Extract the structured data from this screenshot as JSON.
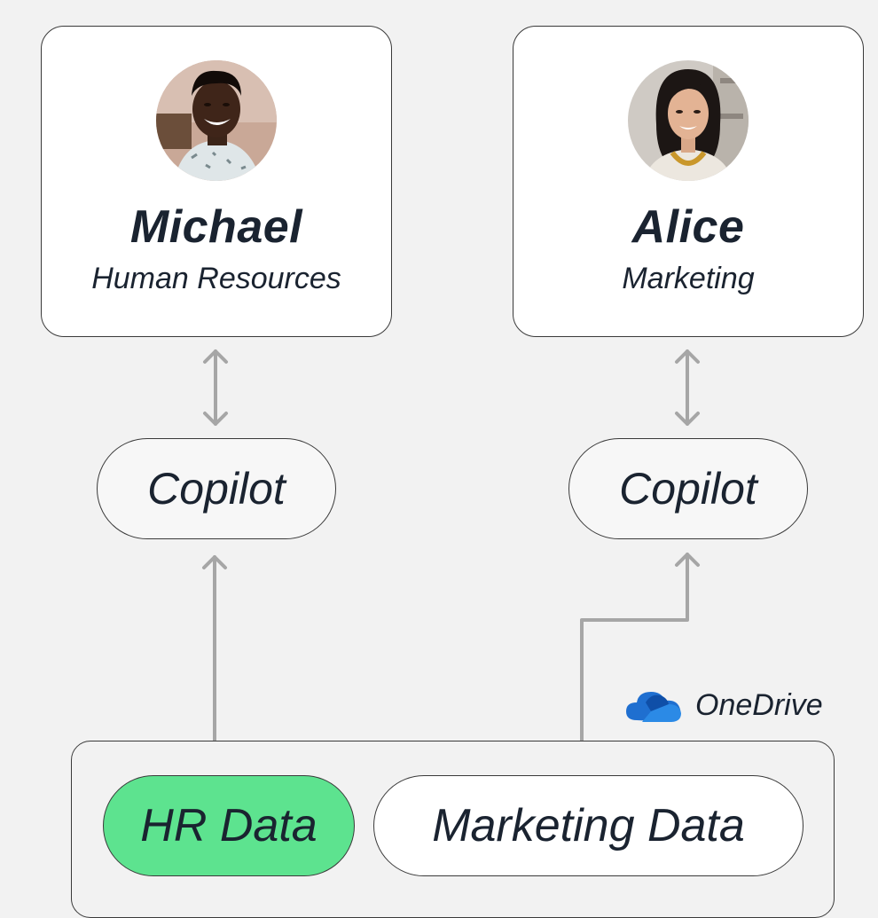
{
  "people": [
    {
      "name": "Michael",
      "department": "Human Resources"
    },
    {
      "name": "Alice",
      "department": "Marketing"
    }
  ],
  "assistants": [
    {
      "label": "Copilot"
    },
    {
      "label": "Copilot"
    }
  ],
  "storage": {
    "service": "OneDrive",
    "service_icon": "onedrive-cloud-icon",
    "items": [
      {
        "label": "HR Data",
        "color": "#5de38f"
      },
      {
        "label": "Marketing Data",
        "color": "#ffffff"
      }
    ]
  },
  "colors": {
    "background": "#f2f2f2",
    "connector": "#a6a6a6",
    "hr_highlight": "#5de38f",
    "onedrive_blue": "#1f6fd0"
  }
}
